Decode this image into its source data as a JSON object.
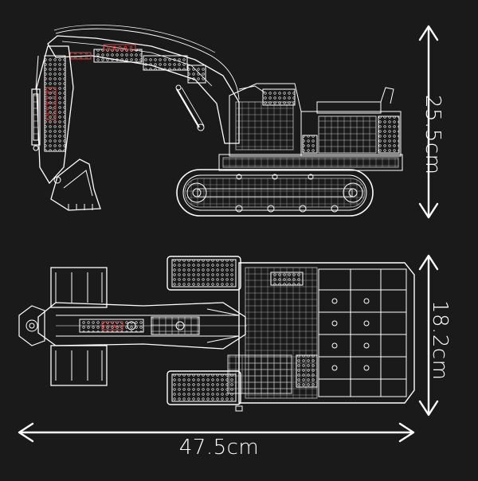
{
  "dimensions": {
    "height": "25.5cm",
    "width": "18.2cm",
    "length": "47.5cm"
  },
  "colors": {
    "background": "#1a1a1a",
    "line": "#ffffff",
    "accent": "#d24a4a"
  }
}
